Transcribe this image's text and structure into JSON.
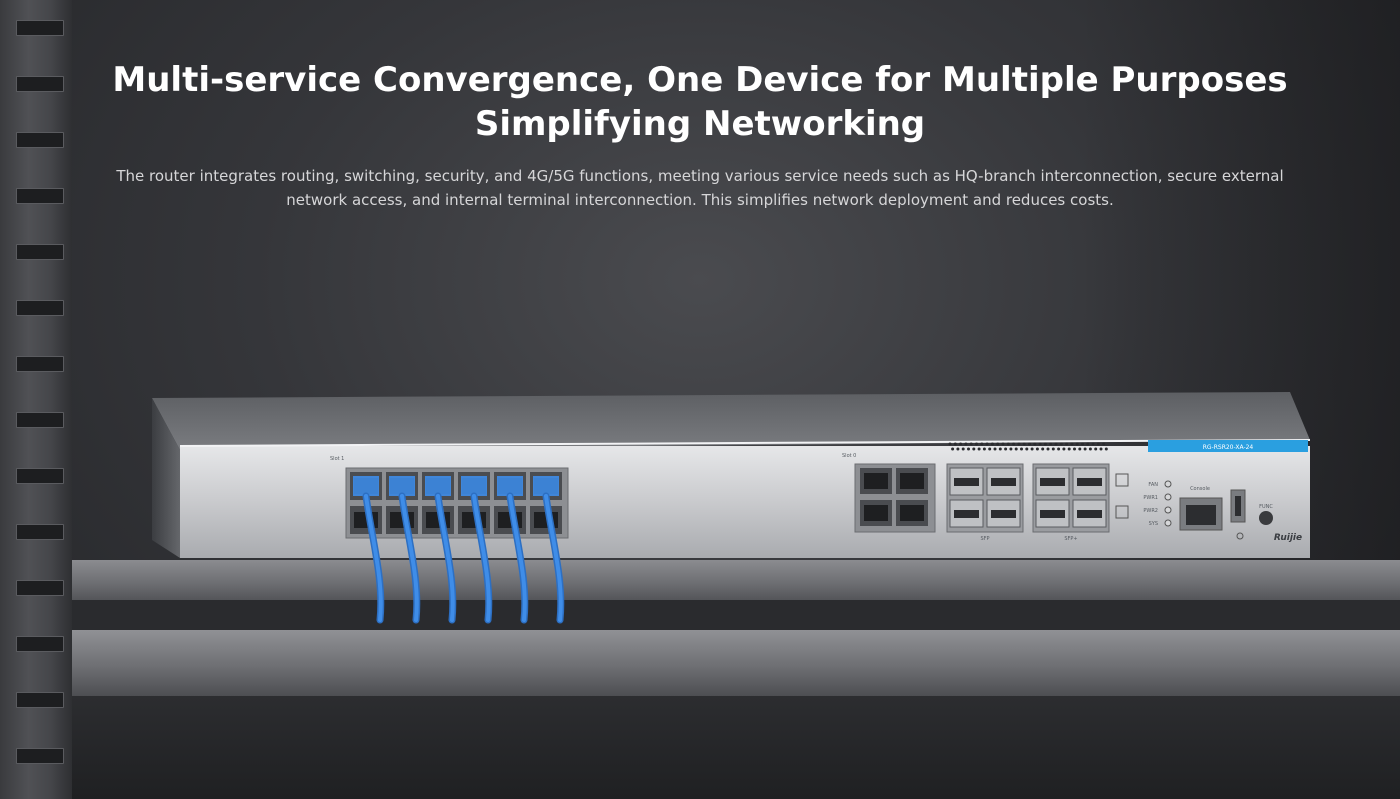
{
  "hero": {
    "title_line1": "Multi-service Convergence, One Device for Multiple Purposes",
    "title_line2": "Simplifying Networking",
    "description": "The router integrates routing, switching, security, and 4G/5G functions, meeting various service needs such as HQ-branch interconnection, secure external network access, and internal terminal interconnection. This simplifies network deployment and reduces costs."
  },
  "device": {
    "model": "RG-RSR20-XA-24",
    "brand": "Ruijie",
    "slot1_label": "Slot 1",
    "slot0_label": "Slot 0",
    "sfp_label": "SFP",
    "sfp_plus_label": "SFP+",
    "console_label": "Console",
    "func_label": "FUNC",
    "leds": [
      "FAN",
      "PWR1",
      "PWR2",
      "SYS"
    ],
    "cable_color": "#3f8de8",
    "accent_color": "#2a9fe0"
  }
}
